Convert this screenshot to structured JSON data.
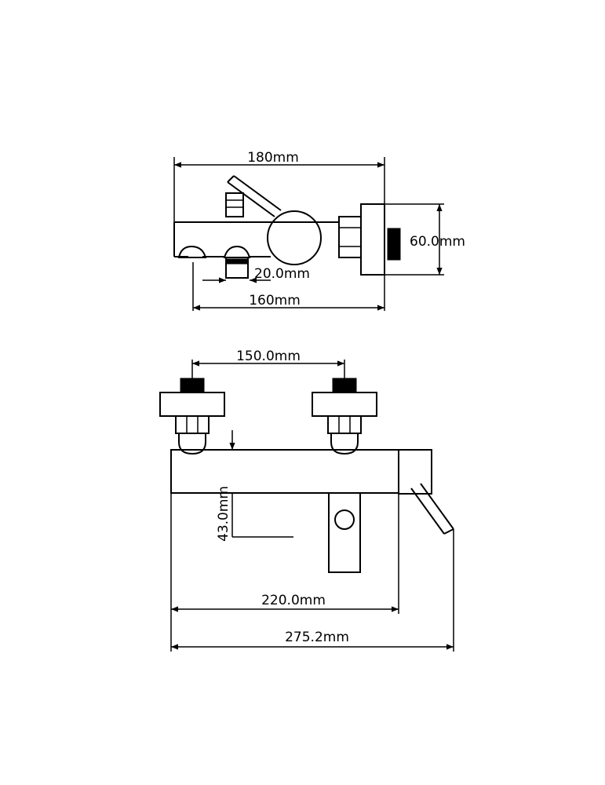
{
  "top_view": {
    "width_label": "180mm",
    "height_label": "60.0mm",
    "nozzle_label": "20.0mm",
    "centers_label": "160mm"
  },
  "front_view": {
    "inlet_spacing_label": "150.0mm",
    "body_height_label": "43.0mm",
    "body_length_label": "220.0mm",
    "overall_length_label": "275.2mm"
  }
}
